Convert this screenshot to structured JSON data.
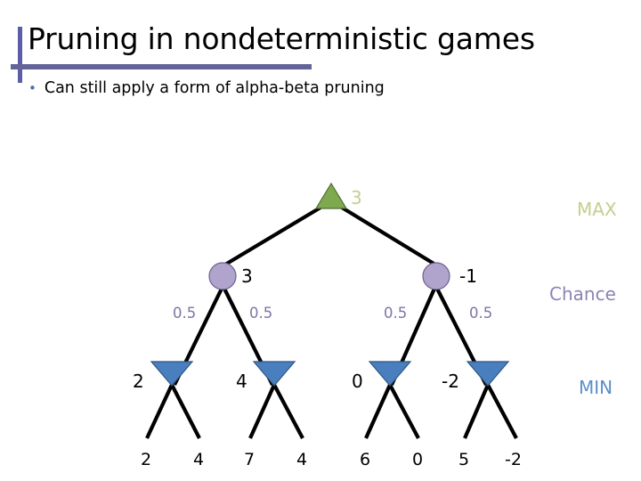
{
  "slide": {
    "title": "Pruning in nondeterministic games",
    "bullet_marker": "•",
    "bullet_text": "Can still apply a form of alpha-beta pruning",
    "accent_color": "#5b5ea6",
    "rule_color": "#626398"
  },
  "level_labels": {
    "max": "MAX",
    "chance": "Chance",
    "min": "MIN"
  },
  "colors": {
    "max_node": "#7fa94f",
    "chance_node": "#b0a4cc",
    "min_node": "#4a7fbf",
    "max_label_text": "#c3cf8e",
    "chance_label_text": "#8a85b5",
    "min_label_text": "#5b8fc9",
    "probability_text": "#7c76a8",
    "edge": "#000000"
  },
  "tree": {
    "root": {
      "type": "max",
      "icon": "triangle-up-icon",
      "value": "3"
    },
    "chance_nodes": [
      {
        "icon": "circle-icon",
        "value": "3"
      },
      {
        "icon": "circle-icon",
        "value": "-1"
      }
    ],
    "probabilities": [
      "0.5",
      "0.5",
      "0.5",
      "0.5"
    ],
    "min_nodes": [
      {
        "icon": "triangle-down-icon",
        "value": "2"
      },
      {
        "icon": "triangle-down-icon",
        "value": "4"
      },
      {
        "icon": "triangle-down-icon",
        "value": "0"
      },
      {
        "icon": "triangle-down-icon",
        "value": "-2"
      }
    ],
    "leaves": [
      "2",
      "4",
      "7",
      "4",
      "6",
      "0",
      "5",
      "-2"
    ]
  }
}
